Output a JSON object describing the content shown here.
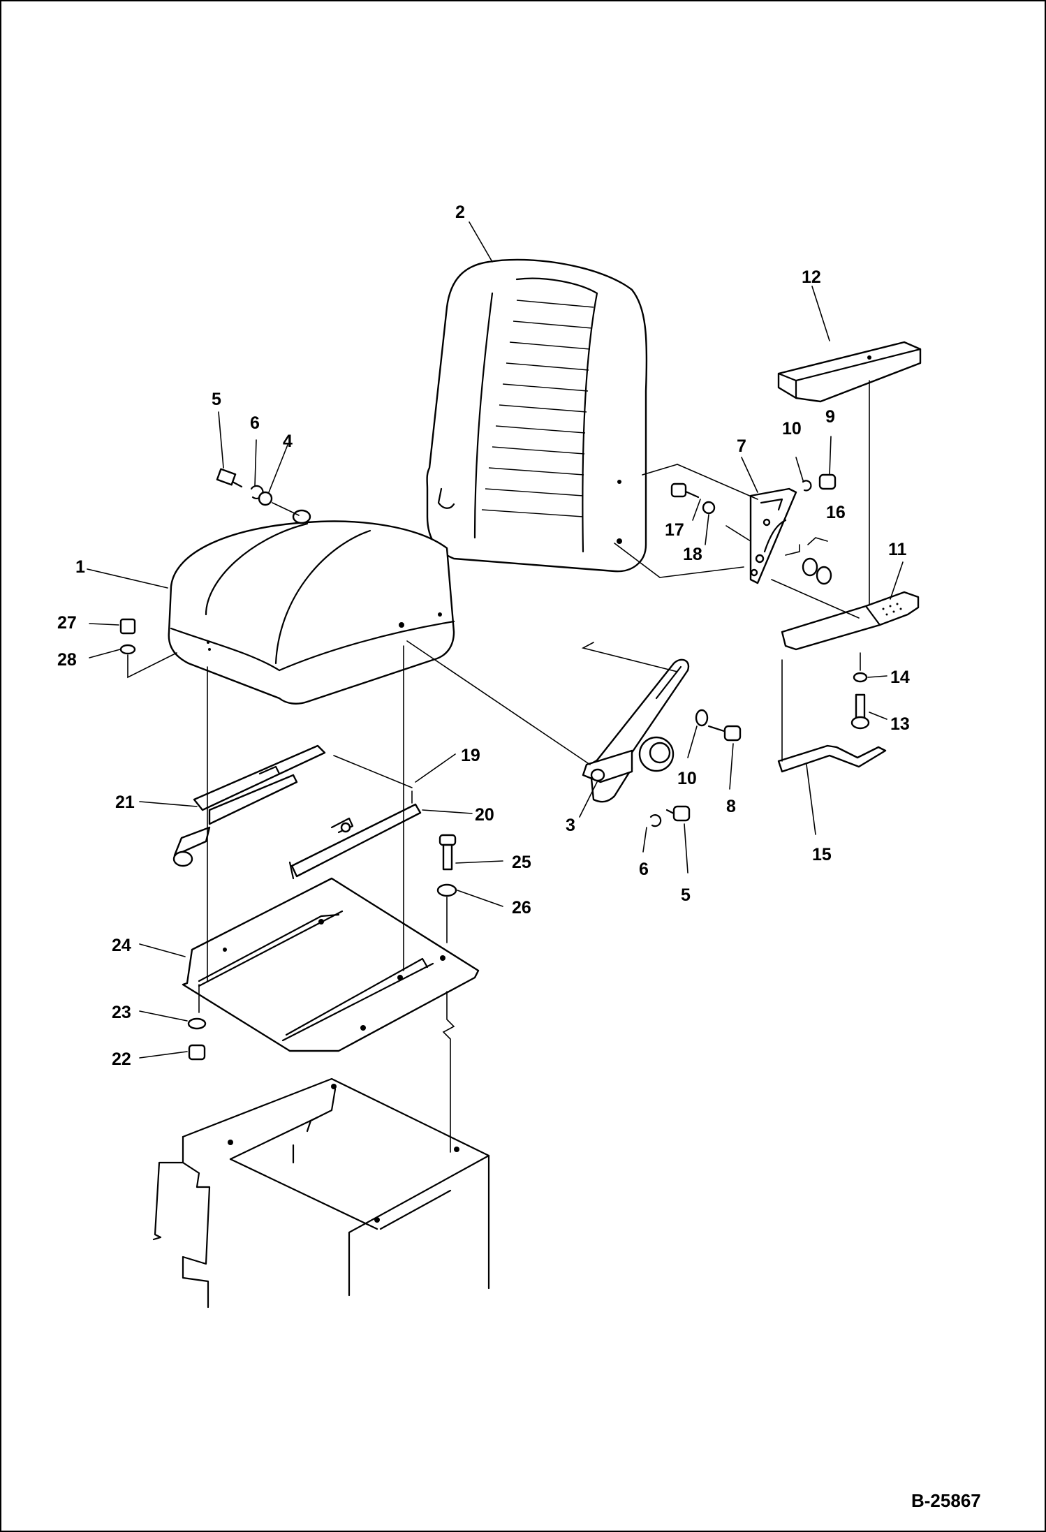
{
  "diagram": {
    "reference_code": "B-25867",
    "callouts": [
      {
        "id": "c1",
        "text": "1"
      },
      {
        "id": "c2",
        "text": "2"
      },
      {
        "id": "c3",
        "text": "3"
      },
      {
        "id": "c4",
        "text": "4"
      },
      {
        "id": "c5a",
        "text": "5"
      },
      {
        "id": "c5b",
        "text": "5"
      },
      {
        "id": "c6a",
        "text": "6"
      },
      {
        "id": "c6b",
        "text": "6"
      },
      {
        "id": "c7",
        "text": "7"
      },
      {
        "id": "c8",
        "text": "8"
      },
      {
        "id": "c9",
        "text": "9"
      },
      {
        "id": "c10a",
        "text": "10"
      },
      {
        "id": "c10b",
        "text": "10"
      },
      {
        "id": "c11",
        "text": "11"
      },
      {
        "id": "c12",
        "text": "12"
      },
      {
        "id": "c13",
        "text": "13"
      },
      {
        "id": "c14",
        "text": "14"
      },
      {
        "id": "c15",
        "text": "15"
      },
      {
        "id": "c16",
        "text": "16"
      },
      {
        "id": "c17",
        "text": "17"
      },
      {
        "id": "c18",
        "text": "18"
      },
      {
        "id": "c19",
        "text": "19"
      },
      {
        "id": "c20",
        "text": "20"
      },
      {
        "id": "c21",
        "text": "21"
      },
      {
        "id": "c22",
        "text": "22"
      },
      {
        "id": "c23",
        "text": "23"
      },
      {
        "id": "c24",
        "text": "24"
      },
      {
        "id": "c25",
        "text": "25"
      },
      {
        "id": "c26",
        "text": "26"
      },
      {
        "id": "c27",
        "text": "27"
      },
      {
        "id": "c28",
        "text": "28"
      }
    ]
  }
}
